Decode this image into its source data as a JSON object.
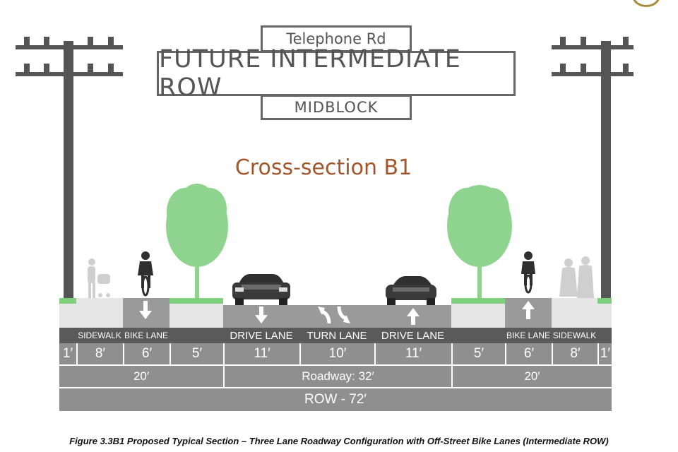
{
  "sign": {
    "street": "Telephone Rd",
    "title": "FUTURE INTERMEDIATE ROW",
    "location": "MIDBLOCK"
  },
  "subtitle": "Cross-section B1",
  "segments": [
    {
      "label": "",
      "width": "1′"
    },
    {
      "label": "SIDEWALK",
      "width": "8′"
    },
    {
      "label": "BIKE LANE",
      "width": "6′"
    },
    {
      "label": "",
      "width": "5′"
    },
    {
      "label": "DRIVE LANE",
      "width": "11′"
    },
    {
      "label": "TURN LANE",
      "width": "10′"
    },
    {
      "label": "DRIVE LANE",
      "width": "11′"
    },
    {
      "label": "",
      "width": "5′"
    },
    {
      "label": "BIKE LANE",
      "width": "6′"
    },
    {
      "label": "SIDEWALK",
      "width": "8′"
    },
    {
      "label": "",
      "width": "1′"
    }
  ],
  "totals": {
    "left": "20′",
    "roadway": "Roadway: 32′",
    "right": "20′",
    "row": "ROW - 72′"
  },
  "caption": "Figure 3.3B1 Proposed Typical Section – Three Lane Roadway Configuration with Off-Street Bike Lanes (Intermediate ROW)",
  "colors": {
    "tree": "#8ed48f",
    "grass_strip": "#7fd07f",
    "pole": "#555555",
    "label_bar": "#5a5a5a",
    "dimension_bar": "#8f8f8f",
    "subtitle": "#a3562b"
  }
}
